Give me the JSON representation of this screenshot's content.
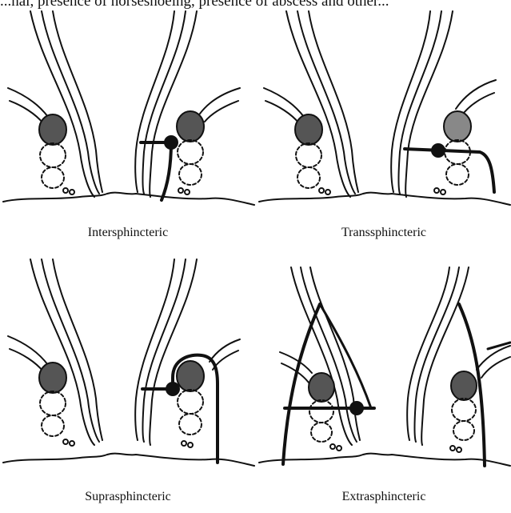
{
  "header_text": "...nal, presence of horseshoeing, presence of abscess and other...",
  "panels": [
    {
      "caption": "Intersphincteric"
    },
    {
      "caption": "Transsphincteric"
    },
    {
      "caption": "Suprasphincteric"
    },
    {
      "caption": "Extrasphincteric"
    }
  ],
  "colors": {
    "ink": "#111111",
    "muscle_fill": "#555555",
    "background": "#ffffff"
  }
}
